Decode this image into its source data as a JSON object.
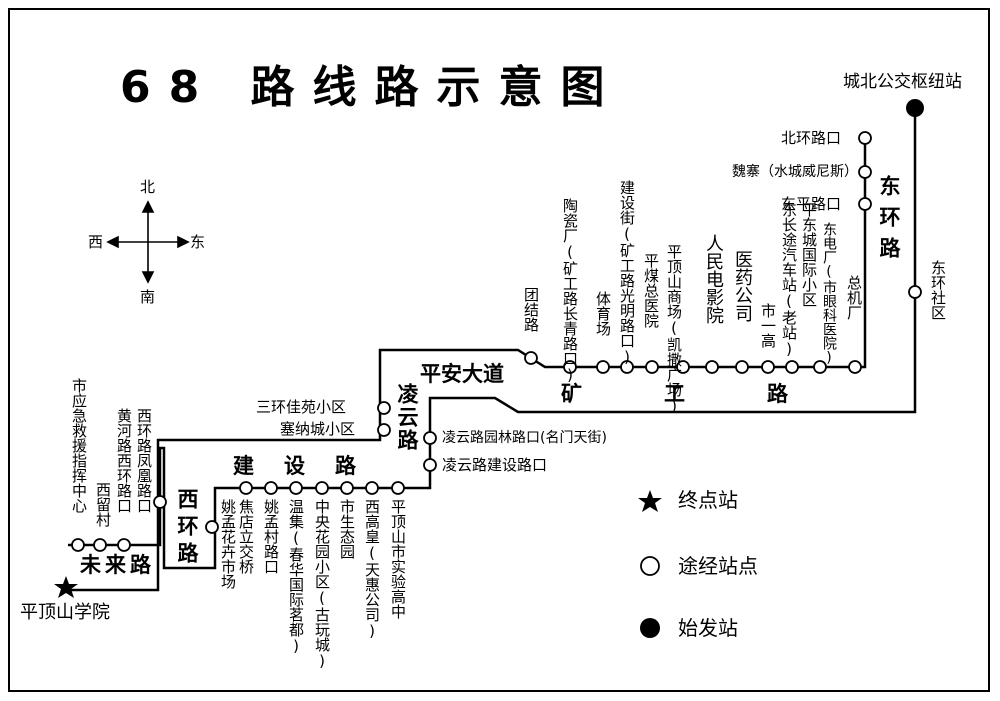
{
  "title": "68 路线路示意图",
  "start_terminal": "城北公交枢纽站",
  "end_terminal": "平顶山学院",
  "compass": {
    "north": "北",
    "south": "南",
    "west": "西",
    "east": "东"
  },
  "roads": {
    "dongjiao": "东环路",
    "kuanggong": "矿工路",
    "pingan": "平安大道",
    "lingyun": "凌云路",
    "jianshe": "建设路",
    "xihuan": "西环路",
    "weilai": "未来路"
  },
  "stations": {
    "beihuan": "北环路口",
    "weizhai": "魏寨（水城威尼斯）",
    "dongping": "东平路口",
    "dongdian": "东电厂(市眼科医院)",
    "zongjichang": "总机厂",
    "pingdong": "平东城国际小区",
    "changtu": "东长途汽车站(老站)",
    "shiyigao": "市一高",
    "yiyao": "医药公司",
    "renmin": "人民电影院",
    "pingdingshan": "平顶山商场(凯撒广场)",
    "pingmei": "平煤总医院",
    "jianshejie": "建设街(矿工路光明路口)",
    "tiyuchang": "体育场",
    "taocichang": "陶瓷厂(矿工路长青路口)",
    "tuanjie": "团结路",
    "dongjiao_community": "东环社区",
    "sanhuan": "三环佳苑小区",
    "sainacheng": "塞纳城小区",
    "lingyun_yuanlin": "凌云路园林路口(名门天街)",
    "lingyun_jianshe": "凌云路建设路口",
    "shiyan": "平顶山市实验高中",
    "xigaohuang": "西高皇(天惠公司)",
    "shengtaiyuan": "市生态园",
    "zhongyang": "中央花园小区(古玩城)",
    "wenji": "温集(春华国际茗都)",
    "yaomeng": "姚孟村路口",
    "jiaodian": "焦店立交桥",
    "yaomeng_market": "姚孟花卉市场",
    "xihuan_fenghuang": "西环路凤凰路口",
    "huanghe": "黄河路西环路口",
    "xiliu": "西留村",
    "yingji": "市应急救援指挥中心"
  },
  "legend": {
    "terminal": "终点站",
    "via": "途经站点",
    "origin": "始发站"
  }
}
